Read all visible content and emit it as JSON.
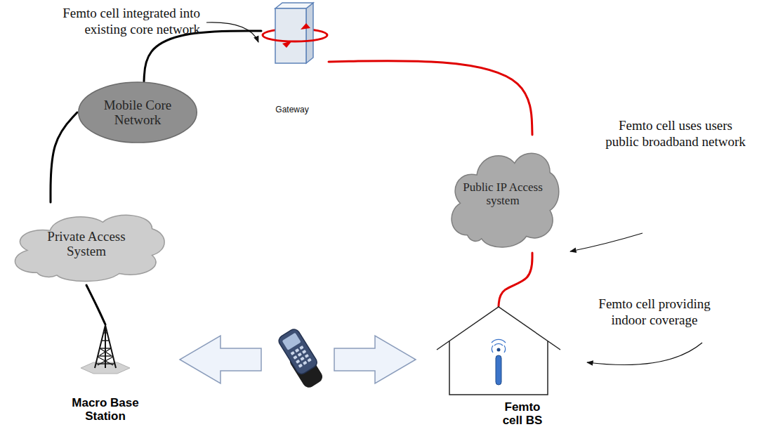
{
  "diagram": {
    "nodes": [
      {
        "text": [
          "Gateway"
        ]
      },
      {
        "text": [
          "Mobile Core Network"
        ]
      },
      {
        "text": [
          "Public IP Access system"
        ]
      },
      {
        "text": [
          "Private Access System"
        ]
      },
      {
        "text": [
          "Macro Base Station"
        ]
      },
      {
        "text": [
          "Femto cell BS"
        ]
      }
    ],
    "edges": [
      {
        "from": 1,
        "to": 0,
        "arrow": "none"
      },
      {
        "from": 3,
        "to": 1,
        "arrow": "none"
      },
      {
        "from": 4,
        "to": 3,
        "arrow": "none"
      },
      {
        "from": 0,
        "to": 2,
        "arrow": "none"
      },
      {
        "from": 2,
        "to": 5,
        "arrow": "none"
      }
    ],
    "labels": [
      "Femto cell integrated into existing core network",
      "Femto cell uses users public broadband network",
      "Femto cell providing indoor coverage"
    ]
  }
}
